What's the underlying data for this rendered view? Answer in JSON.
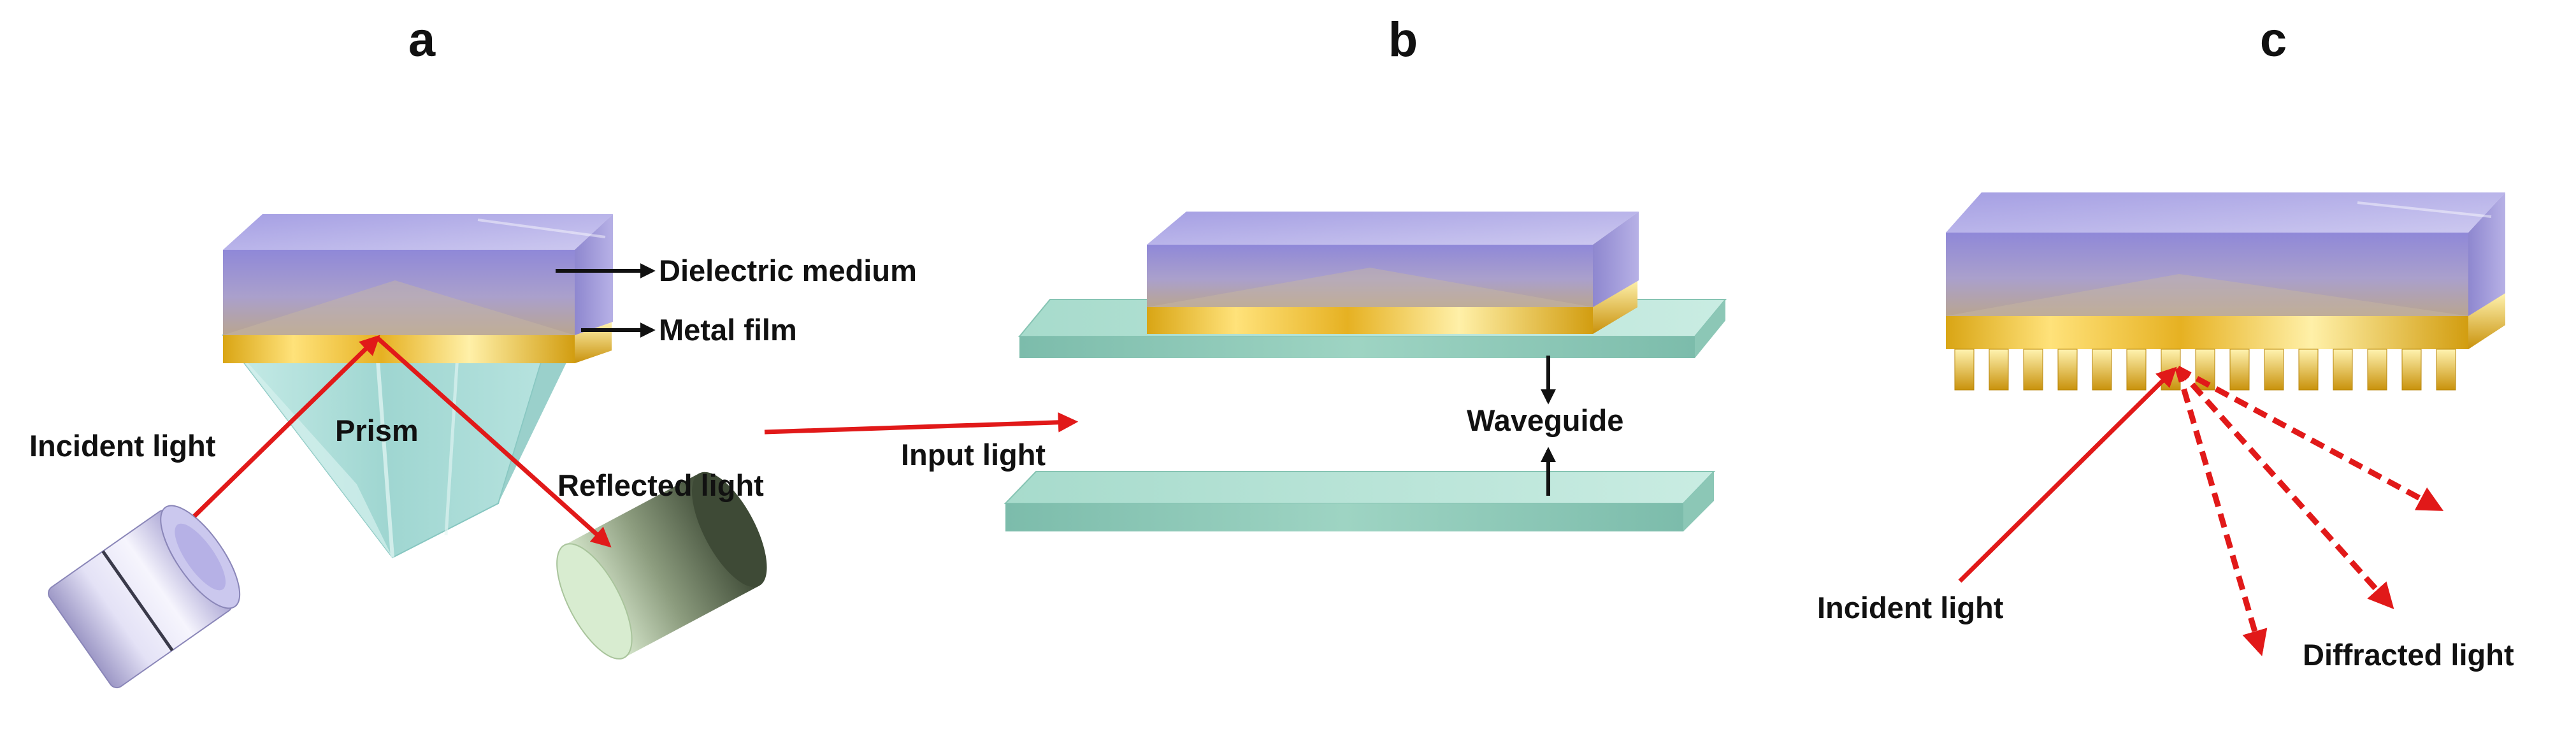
{
  "colors": {
    "light_ray": "#e11919",
    "label_arrow": "#111111",
    "dielectric_top": "#bcb6ea",
    "dielectric_front": "#8c85d6",
    "metal_gold": "#e8b82c",
    "prism_glass": "#a9dcd8",
    "waveguide_glass": "#9fd4c4",
    "source_body": "#d9d6f2",
    "detector_body": "#5e6d50"
  },
  "panels": [
    {
      "letter": "a",
      "labels": {
        "dielectric": "Dielectric medium",
        "metal": "Metal film",
        "prism": "Prism",
        "incident": "Incident light",
        "reflected": "Reflected light"
      }
    },
    {
      "letter": "b",
      "labels": {
        "input": "Input light",
        "waveguide": "Waveguide"
      }
    },
    {
      "letter": "c",
      "labels": {
        "incident": "Incident light",
        "diffracted": "Diffracted light"
      }
    }
  ]
}
